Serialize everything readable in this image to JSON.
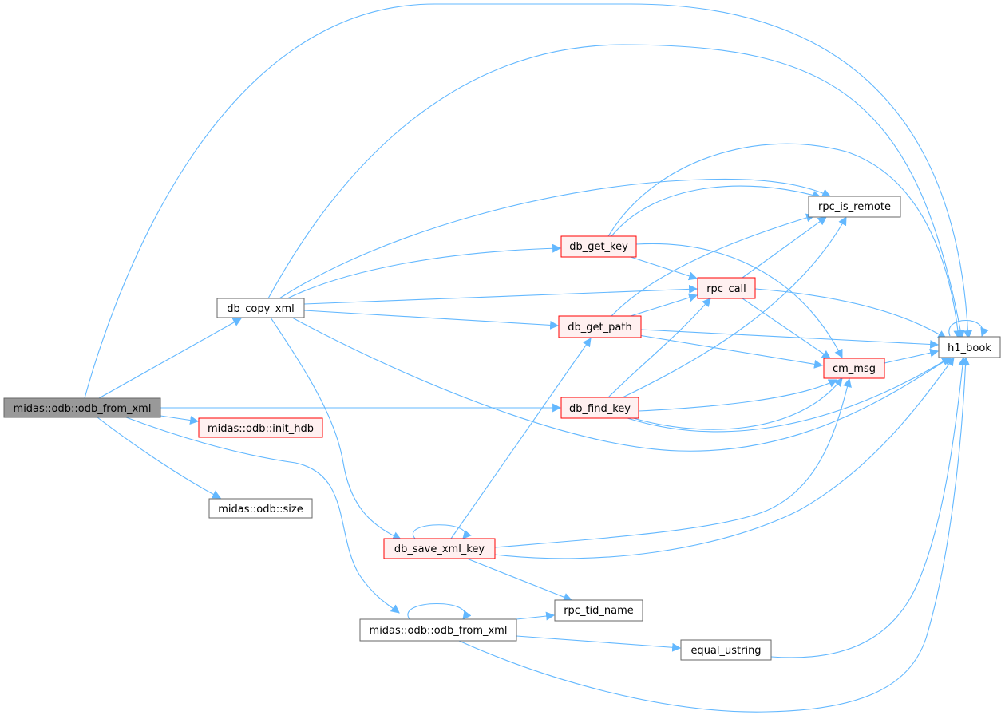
{
  "graph": {
    "colors": {
      "edge": "#63b8ff",
      "node_fill": "#ffffff",
      "node_border": "#666666",
      "truncated_fill": "#fff0f0",
      "truncated_border": "#ff0000",
      "root_fill": "#999999"
    },
    "nodes": {
      "odb_from_xml_root": "midas::odb::odb_from_xml",
      "db_copy_xml": "db_copy_xml",
      "init_hdb": "midas::odb::init_hdb",
      "size": "midas::odb::size",
      "odb_from_xml": "midas::odb::odb_from_xml",
      "db_get_key": "db_get_key",
      "db_get_path": "db_get_path",
      "db_find_key": "db_find_key",
      "db_save_xml_key": "db_save_xml_key",
      "rpc_call": "rpc_call",
      "rpc_is_remote": "rpc_is_remote",
      "cm_msg": "cm_msg",
      "rpc_tid_name": "rpc_tid_name",
      "equal_ustring": "equal_ustring",
      "h1_book": "h1_book"
    }
  }
}
